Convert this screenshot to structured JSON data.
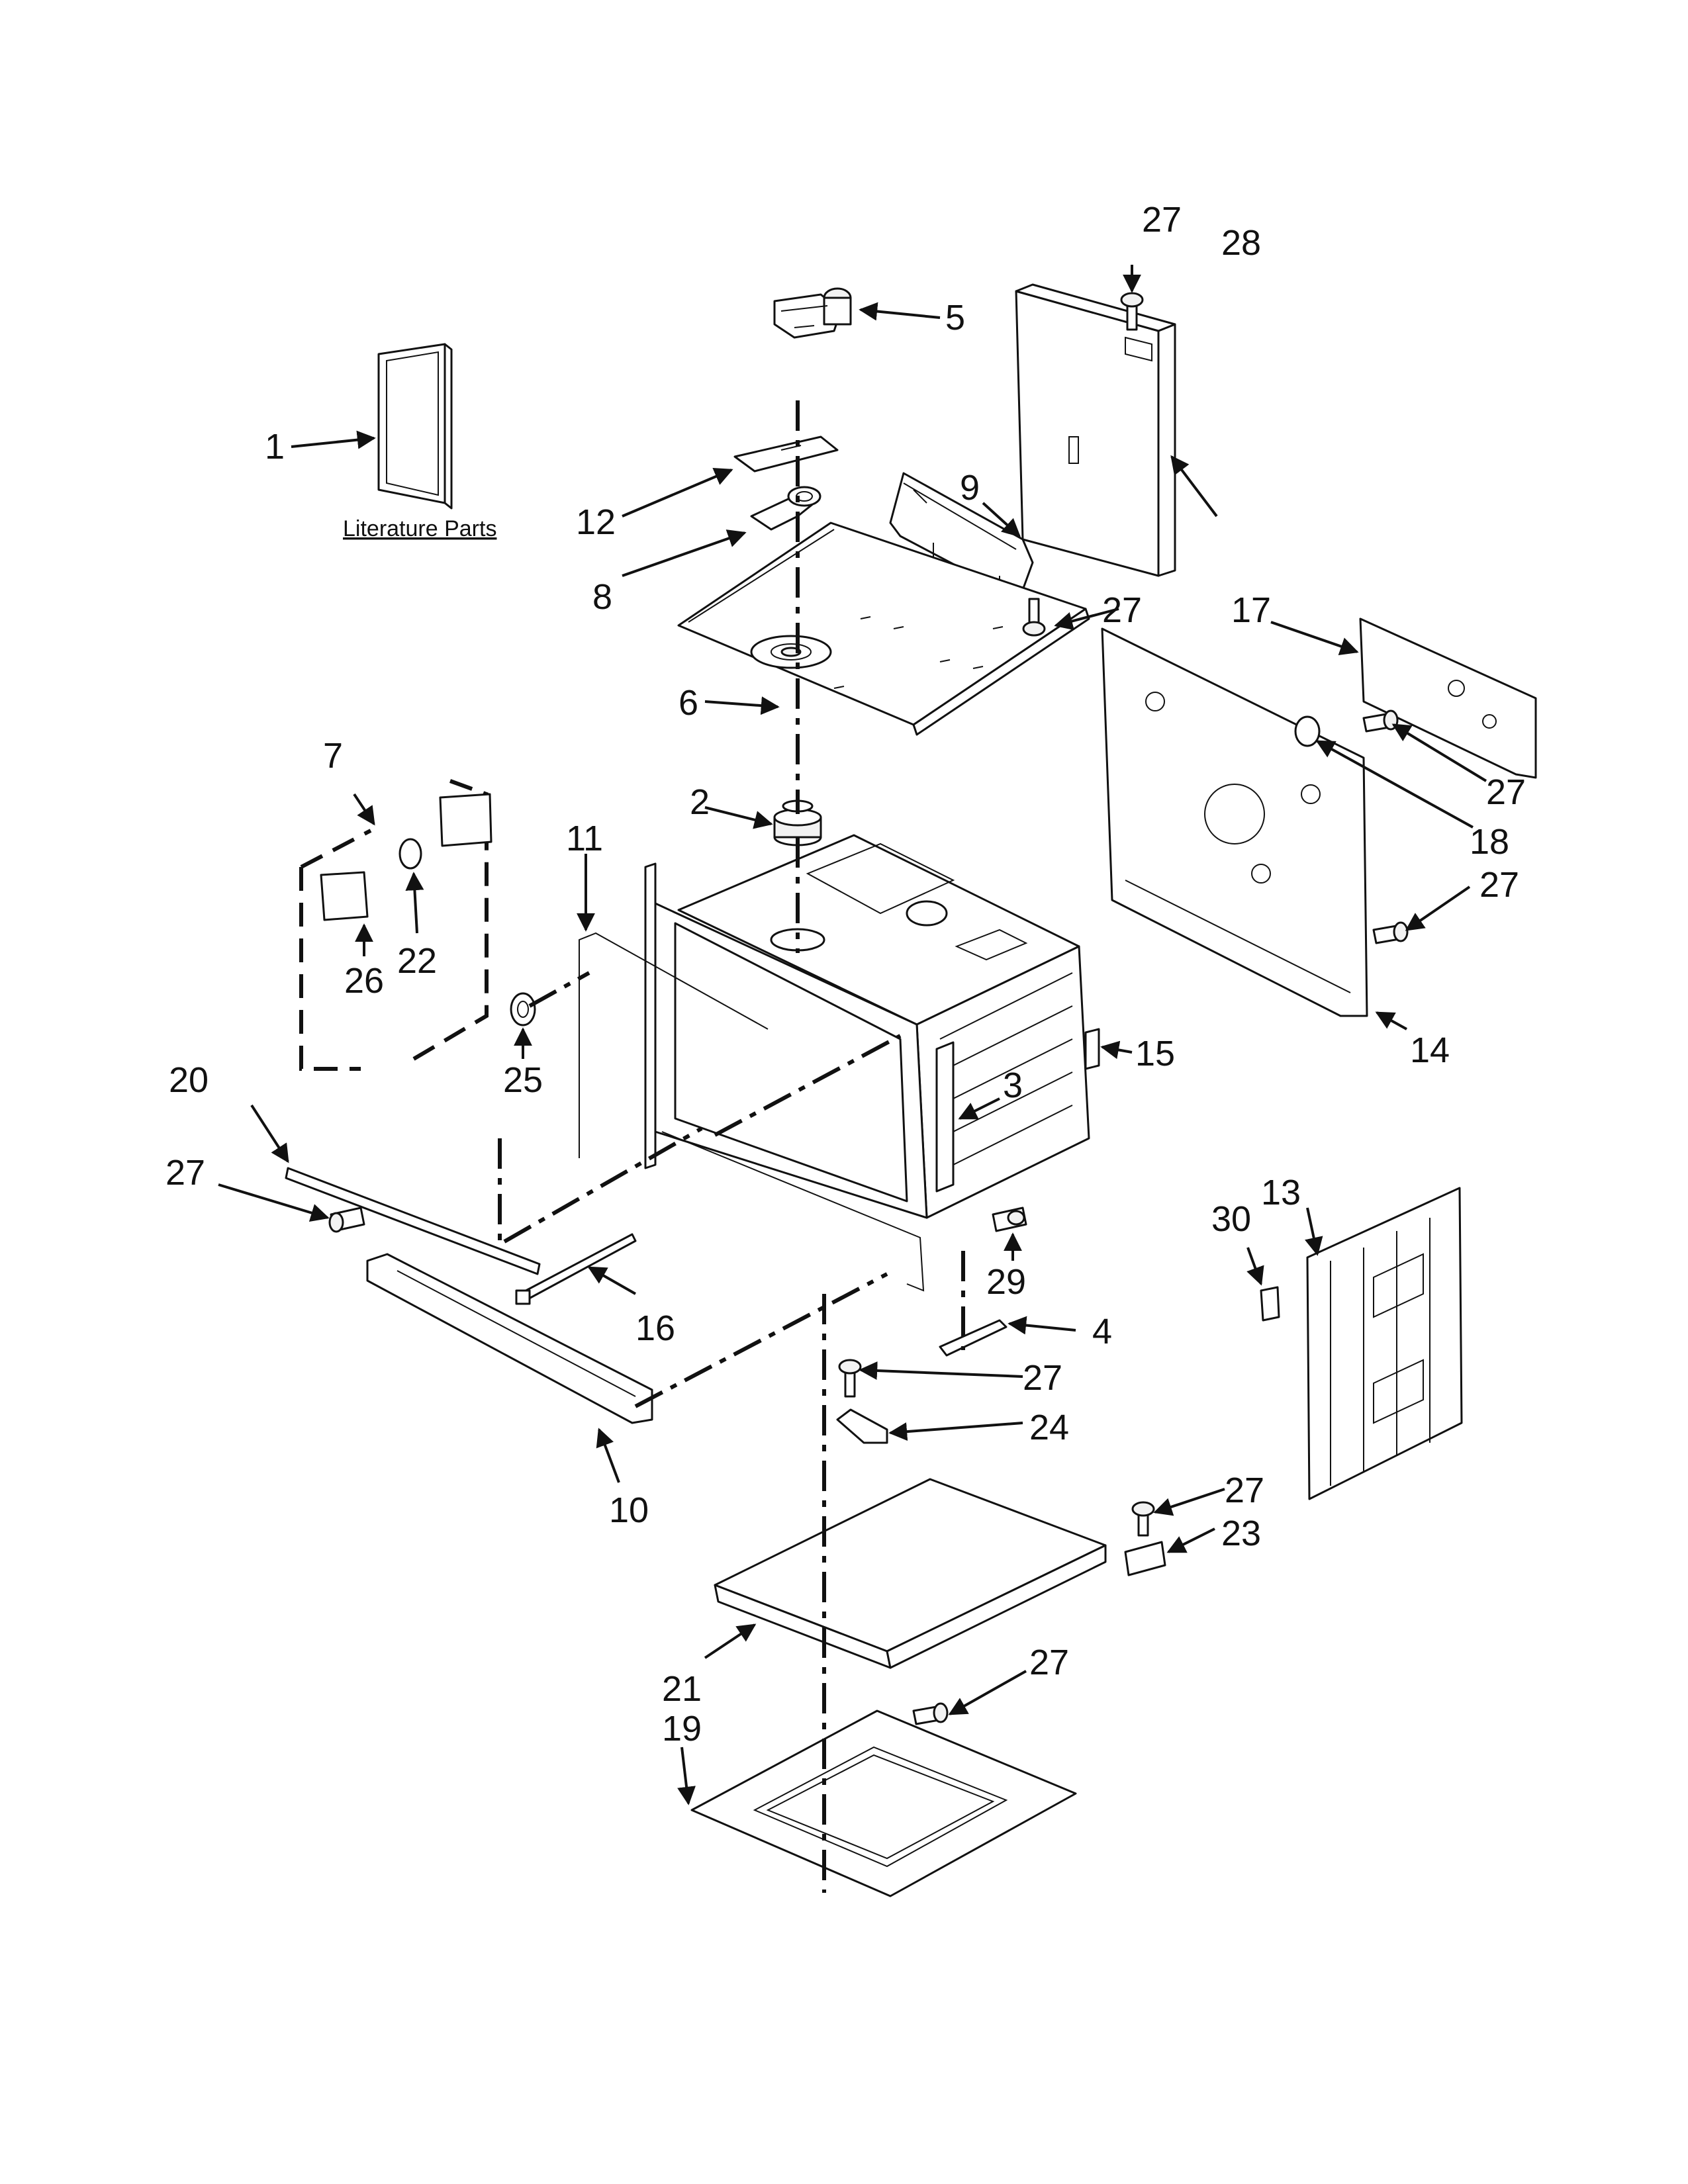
{
  "literature_label": "Literature Parts",
  "callouts": [
    {
      "id": "c1",
      "text": "1"
    },
    {
      "id": "c2",
      "text": "2"
    },
    {
      "id": "c3",
      "text": "3"
    },
    {
      "id": "c4",
      "text": "4"
    },
    {
      "id": "c5",
      "text": "5"
    },
    {
      "id": "c6",
      "text": "6"
    },
    {
      "id": "c7",
      "text": "7"
    },
    {
      "id": "c8",
      "text": "8"
    },
    {
      "id": "c9",
      "text": "9"
    },
    {
      "id": "c10",
      "text": "10"
    },
    {
      "id": "c11",
      "text": "11"
    },
    {
      "id": "c12",
      "text": "12"
    },
    {
      "id": "c13",
      "text": "13"
    },
    {
      "id": "c14",
      "text": "14"
    },
    {
      "id": "c15",
      "text": "15"
    },
    {
      "id": "c16",
      "text": "16"
    },
    {
      "id": "c17",
      "text": "17"
    },
    {
      "id": "c18",
      "text": "18"
    },
    {
      "id": "c19",
      "text": "19"
    },
    {
      "id": "c20",
      "text": "20"
    },
    {
      "id": "c21",
      "text": "21"
    },
    {
      "id": "c22",
      "text": "22"
    },
    {
      "id": "c23",
      "text": "23"
    },
    {
      "id": "c24",
      "text": "24"
    },
    {
      "id": "c25",
      "text": "25"
    },
    {
      "id": "c26",
      "text": "26"
    },
    {
      "id": "c27",
      "text": "27"
    },
    {
      "id": "c28",
      "text": "28"
    },
    {
      "id": "c29",
      "text": "29"
    },
    {
      "id": "c30",
      "text": "30"
    }
  ]
}
